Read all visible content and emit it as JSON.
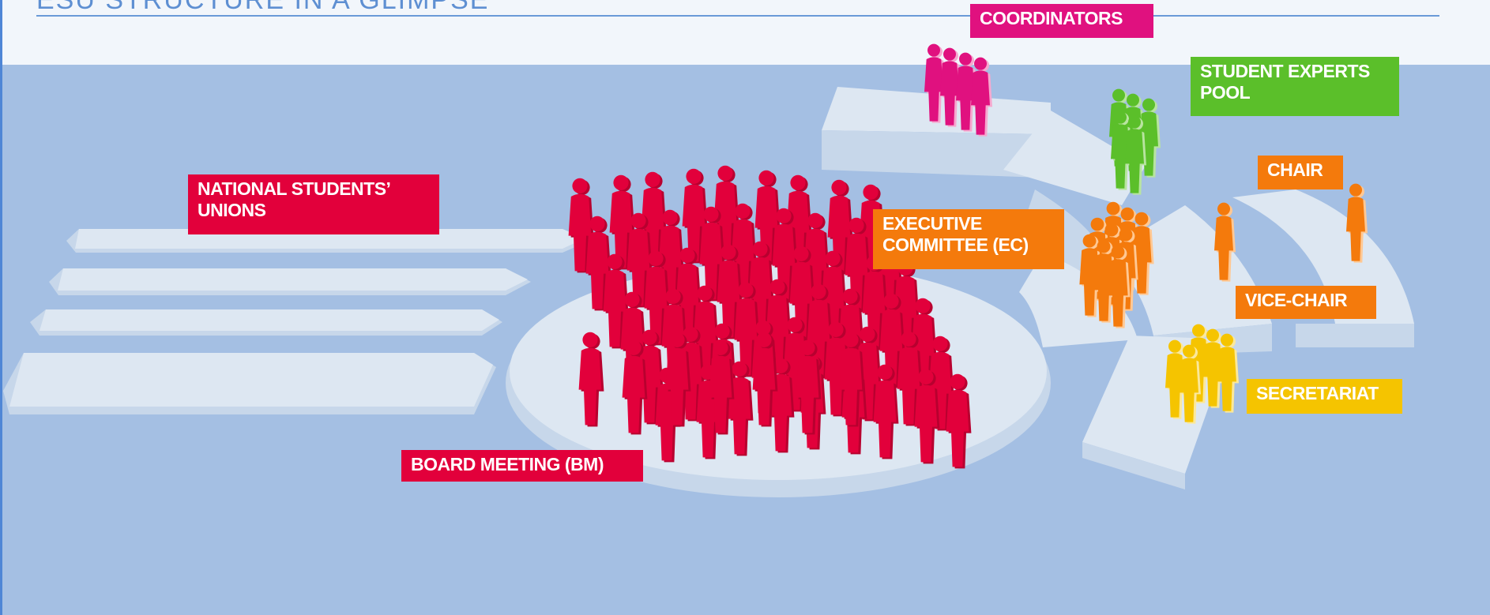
{
  "header": {
    "title": "ESU STRUCTURE IN A GLIMPSE"
  },
  "labels": {
    "coordinators": "COORDINATORS",
    "student_experts_pool": "STUDENT EXPERTS\nPOOL",
    "national_unions": "NATIONAL STUDENTS’\nUNIONS",
    "executive_committee": "EXECUTIVE\nCOMMITTEE (EC)",
    "chair": "CHAIR",
    "vice_chair": "VICE-CHAIR",
    "secretariat": "SECRETARIAT",
    "board_meeting": "BOARD MEETING (BM)"
  },
  "colors": {
    "background": "#a4bfe3",
    "platform": "#dde7f2",
    "coordinators": "#e0117f",
    "student_experts_pool": "#5bbf2a",
    "national_unions": "#e2003b",
    "executive_committee": "#f47a0c",
    "chair": "#f47a0c",
    "vice_chair": "#f47a0c",
    "secretariat": "#f5c400",
    "board_meeting": "#e2003b"
  }
}
